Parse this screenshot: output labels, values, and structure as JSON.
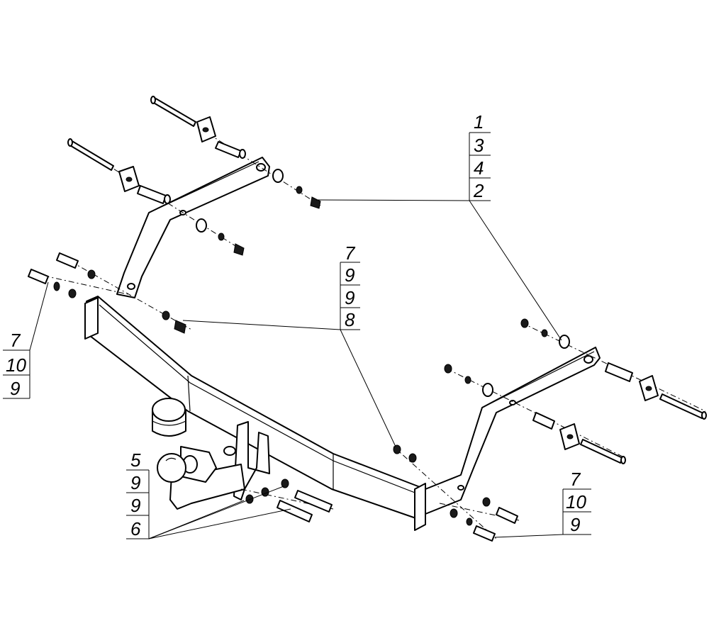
{
  "diagram": {
    "callouts": [
      {
        "id": "top-right",
        "labels": [
          "1",
          "3",
          "4",
          "2"
        ]
      },
      {
        "id": "center",
        "labels": [
          "7",
          "9",
          "9",
          "8"
        ]
      },
      {
        "id": "left",
        "labels": [
          "7",
          "10",
          "9"
        ]
      },
      {
        "id": "bottom-left",
        "labels": [
          "5",
          "9",
          "9",
          "6"
        ]
      },
      {
        "id": "bottom-right",
        "labels": [
          "7",
          "10",
          "9"
        ]
      }
    ]
  }
}
